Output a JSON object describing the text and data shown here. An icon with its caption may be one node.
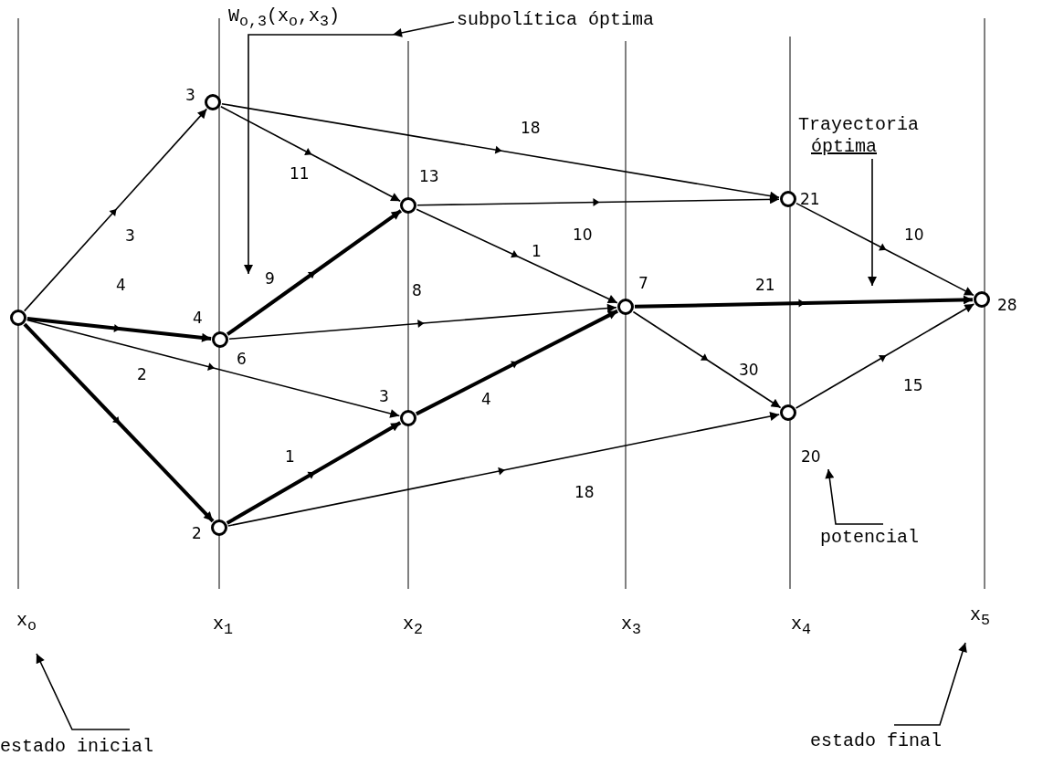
{
  "diagram": {
    "nodes": [
      {
        "text": [
          "W$_{o,3}$(x$_{o}$,x$_{3}$)"
        ]
      },
      {
        "text": [
          "subpolítica óptima"
        ]
      },
      {
        "text": [],
        "shape": "circle",
        "beside": [
          "3"
        ]
      },
      {
        "text": [],
        "shape": "circle",
        "beside": [
          "13"
        ]
      },
      {
        "text": [
          "Trayectoria",
          "óptima"
        ]
      },
      {
        "text": [],
        "shape": "circle",
        "beside": [
          "21"
        ]
      },
      {
        "text": [],
        "shape": "circle"
      },
      {
        "text": [],
        "shape": "circle",
        "beside": [
          "4"
        ]
      },
      {
        "text": [],
        "shape": "circle",
        "beside": [
          "7"
        ]
      },
      {
        "text": [],
        "shape": "circle",
        "beside": [
          "28"
        ]
      },
      {
        "text": [],
        "shape": "circle",
        "beside": [
          "3"
        ]
      },
      {
        "text": [],
        "shape": "circle",
        "beside": [
          "20"
        ]
      },
      {
        "text": [],
        "shape": "circle",
        "beside": [
          "2"
        ]
      },
      {
        "text": [
          "potencial"
        ]
      },
      {
        "text": [
          "x$_{o}$"
        ]
      },
      {
        "text": [
          "x$_{5}$"
        ]
      },
      {
        "text": [
          "estado inicial"
        ]
      },
      {
        "text": [
          "estado final"
        ]
      }
    ],
    "edges": [
      {
        "from": 1,
        "to": 0,
        "arrow": "to"
      },
      {
        "from": 0,
        "to": null,
        "arrow": "to"
      },
      {
        "from": 6,
        "to": 2,
        "label": "3",
        "arrow": "to"
      },
      {
        "from": 6,
        "to": 7,
        "label": "4",
        "arrow": "to",
        "style": "thick"
      },
      {
        "from": 6,
        "to": 12,
        "label": "2",
        "arrow": "to",
        "style": "thick"
      },
      {
        "from": 6,
        "to": 10,
        "label": "6",
        "arrow": "to"
      },
      {
        "from": 2,
        "to": 3,
        "label": "11",
        "arrow": "to"
      },
      {
        "from": 2,
        "to": 5,
        "label": "18",
        "arrow": "to"
      },
      {
        "from": 7,
        "to": 3,
        "label": "9",
        "arrow": "to",
        "style": "thick"
      },
      {
        "from": 7,
        "to": 8,
        "label": "8",
        "arrow": "to"
      },
      {
        "from": 3,
        "to": 5,
        "label": "10",
        "arrow": "to"
      },
      {
        "from": 3,
        "to": 8,
        "label": "1",
        "arrow": "to"
      },
      {
        "from": 5,
        "to": 9,
        "label": "10",
        "arrow": "to"
      },
      {
        "from": 8,
        "to": 9,
        "label": "21",
        "arrow": "to",
        "style": "thick"
      },
      {
        "from": 8,
        "to": 11,
        "label": "30",
        "arrow": "to"
      },
      {
        "from": 11,
        "to": 9,
        "label": "15",
        "arrow": "to"
      },
      {
        "from": 12,
        "to": 10,
        "label": "1",
        "arrow": "to",
        "style": "thick"
      },
      {
        "from": 10,
        "to": 8,
        "label": "4",
        "arrow": "to",
        "style": "thick"
      },
      {
        "from": 12,
        "to": 11,
        "label": "18",
        "arrow": "to"
      },
      {
        "from": 4,
        "to": null,
        "arrow": "to"
      },
      {
        "from": 13,
        "to": 11,
        "arrow": "to"
      },
      {
        "from": 16,
        "to": 14,
        "arrow": "to"
      },
      {
        "from": 17,
        "to": 15,
        "arrow": "to"
      }
    ],
    "labels": [
      "x$_{1}$",
      "x$_{2}$",
      "x$_{3}$",
      "x$_{4}$"
    ]
  }
}
